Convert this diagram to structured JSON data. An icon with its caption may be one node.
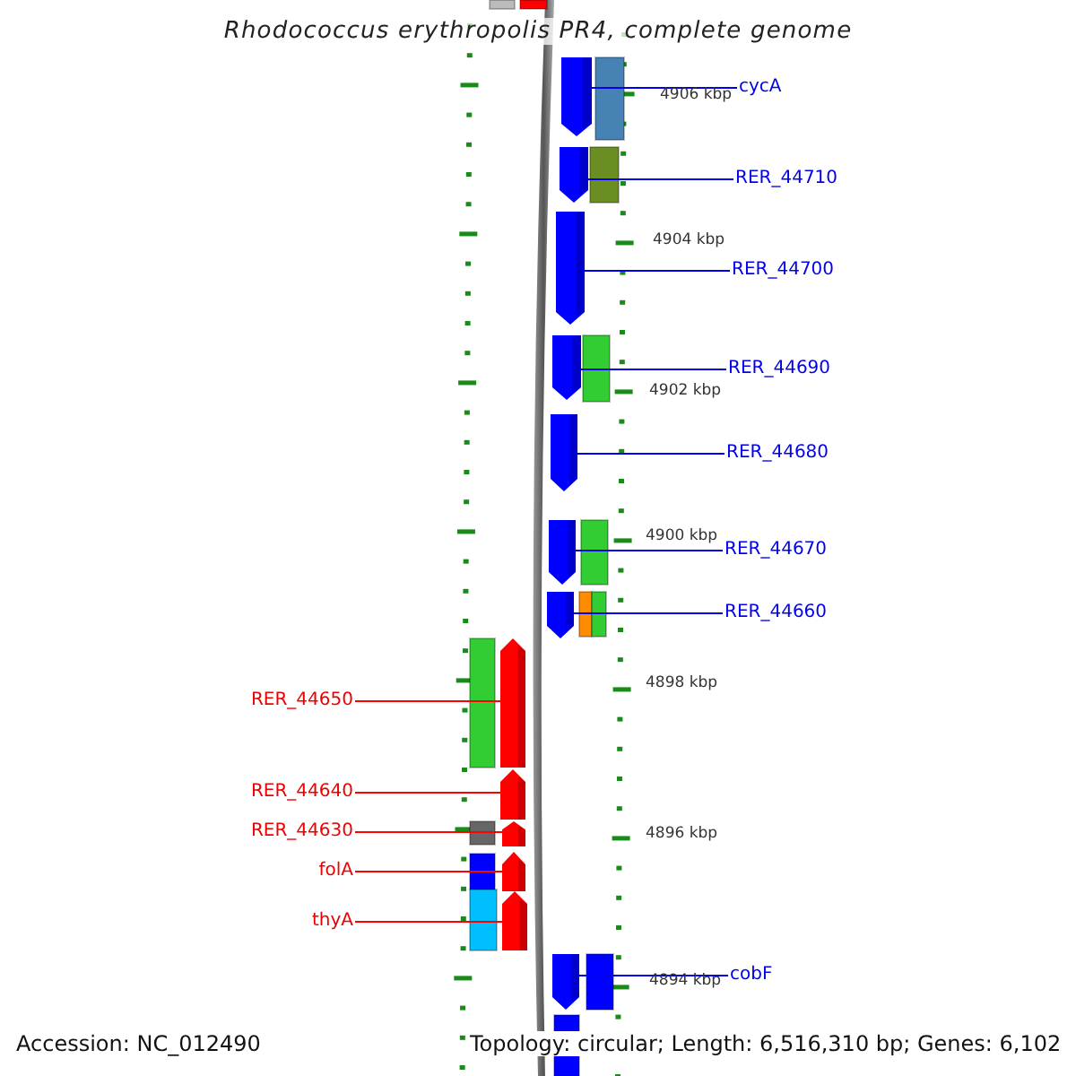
{
  "diagram": {
    "title": "Rhodococcus erythropolis PR4, complete genome",
    "nodes": [
      {
        "text": [
          "cycA"
        ]
      },
      {
        "text": [
          "RER_44710"
        ]
      },
      {
        "text": [
          "RER_44700"
        ]
      },
      {
        "text": [
          "RER_44690"
        ]
      },
      {
        "text": [
          "RER_44680"
        ]
      },
      {
        "text": [
          "RER_44670"
        ]
      },
      {
        "text": [
          "RER_44660"
        ]
      },
      {
        "text": [
          "RER_44650"
        ]
      },
      {
        "text": [
          "RER_44640"
        ]
      },
      {
        "text": [
          "RER_44630"
        ]
      },
      {
        "text": [
          "folA"
        ]
      },
      {
        "text": [
          "thyA"
        ]
      },
      {
        "text": [
          "cobF"
        ]
      },
      {
        "text": [],
        "shape": "bar"
      },
      {
        "text": [],
        "shape": "bar"
      },
      {
        "text": [],
        "shape": "bar"
      },
      {
        "text": [],
        "shape": "bar"
      },
      {
        "text": [],
        "shape": "bar"
      },
      {
        "text": [],
        "shape": "bar"
      },
      {
        "text": [],
        "shape": "bar"
      },
      {
        "text": [],
        "shape": "bar"
      },
      {
        "text": [],
        "shape": "bar"
      },
      {
        "text": [],
        "shape": "bar"
      },
      {
        "text": [],
        "shape": "bar"
      },
      {
        "text": [],
        "shape": "bar"
      },
      {
        "text": [],
        "shape": "bar"
      }
    ],
    "edges": [
      {
        "from": 0,
        "to": 13,
        "arrow": "none"
      },
      {
        "from": 1,
        "to": 14,
        "arrow": "none"
      },
      {
        "from": 2,
        "to": 15,
        "arrow": "none"
      },
      {
        "from": 3,
        "to": 16,
        "arrow": "none"
      },
      {
        "from": 4,
        "to": 17,
        "arrow": "none"
      },
      {
        "from": 5,
        "to": 18,
        "arrow": "none"
      },
      {
        "from": 6,
        "to": 19,
        "arrow": "none"
      },
      {
        "from": 7,
        "to": 20,
        "arrow": "none",
        "color": "#ff0000"
      },
      {
        "from": 8,
        "to": 21,
        "arrow": "none",
        "color": "#ff0000"
      },
      {
        "from": 9,
        "to": 22,
        "arrow": "none",
        "color": "#ff0000"
      },
      {
        "from": 10,
        "to": 23,
        "arrow": "none",
        "color": "#ff0000"
      },
      {
        "from": 11,
        "to": 24,
        "arrow": "none",
        "color": "#ff0000"
      },
      {
        "from": 12,
        "to": 25,
        "arrow": "none"
      }
    ],
    "labels": [
      "4906 kbp",
      "4904 kbp",
      "4902 kbp",
      "4900 kbp",
      "4898 kbp",
      "4896 kbp",
      "4894 kbp",
      "Accession: NC_012490",
      "Topology: circular; Length: 6,516,310 bp; Genes: 6,102"
    ]
  }
}
